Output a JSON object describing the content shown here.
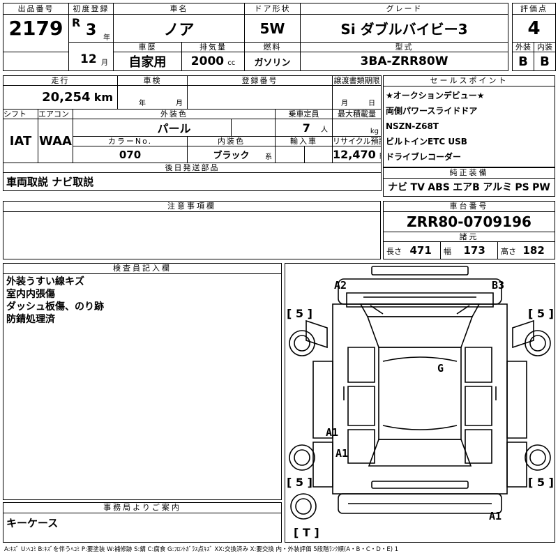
{
  "header": {
    "lot_no_label": "出品番号",
    "lot_no": "2179",
    "first_reg_label": "初度登録",
    "era": "R",
    "year": "3",
    "year_unit": "年",
    "month": "12",
    "month_unit": "月",
    "car_name_label": "車名",
    "car_name": "ノア",
    "door_label": "ドア形状",
    "door": "5W",
    "grade_label": "グレード",
    "grade": "Si ダブルバイビー3",
    "score_label": "評価点",
    "score": "4",
    "history_label": "車歴",
    "history": "自家用",
    "displacement_label": "排気量",
    "displacement": "2000",
    "displacement_unit": "cc",
    "fuel_label": "燃料",
    "fuel": "ガソリン",
    "model_label": "型式",
    "model": "3BA-ZRR80W",
    "exterior_label": "外装",
    "exterior_grade": "B",
    "interior_label": "内装",
    "interior_grade": "B"
  },
  "mid": {
    "mileage_label": "走行",
    "mileage": "20,254",
    "mileage_unit": "km",
    "inspection_label": "車検",
    "inspection_year_unit": "年",
    "inspection_month_unit": "月",
    "reg_no_label": "登録番号",
    "transfer_label": "譲渡書類期限",
    "transfer_month_unit": "月",
    "transfer_day_unit": "日",
    "shift_label": "シフト",
    "shift": "IAT",
    "ac_label": "エアコン",
    "ac": "WAA",
    "ext_color_label": "外装色",
    "ext_color": "パール",
    "capacity_label": "乗車定員",
    "capacity": "7",
    "capacity_unit": "人",
    "max_load_label": "最大積載量",
    "max_load_unit": "kg",
    "color_no_label": "カラーNo.",
    "color_no": "070",
    "int_color_label": "内装色",
    "int_color": "ブラック",
    "int_color_suffix": "系",
    "import_label": "輸入車",
    "recycle_label": "リサイクル預託金",
    "recycle": "12,470",
    "recycle_unit": "円",
    "later_parts_label": "後日発送部品",
    "later_parts": "車両取説 ナビ取説"
  },
  "sales_points": {
    "label": "セールスポイント",
    "items": [
      "★オークションデビュー★",
      "両側パワースライドドア",
      "NSZN-Z68T",
      "ビルトインETC USB",
      "ドライブレコーダー"
    ]
  },
  "equipment": {
    "label": "純正装備",
    "items": [
      "ナビ",
      "TV",
      "ABS",
      "エアB",
      "アルミ",
      "PS",
      "PW"
    ]
  },
  "caution": {
    "label": "注意事項欄"
  },
  "chassis": {
    "label": "車台番号",
    "number": "ZRR80-0709196",
    "spec_label": "諸元",
    "length_label": "長さ",
    "length": "471",
    "width_label": "幅",
    "width": "173",
    "height_label": "高さ",
    "height": "182"
  },
  "inspector": {
    "label": "検査員記入欄",
    "notes": "外装うすい線キズ\n室内内張傷\nダッシュ板傷、のり跡\n防錆処理済"
  },
  "office": {
    "label": "事務局よりご案内",
    "text": "キーケース"
  },
  "diagram": {
    "marks": [
      "A2",
      "B3",
      "G",
      "A1",
      "A1",
      "A1"
    ],
    "tires": [
      "[ 5 ]",
      "[ 5 ]",
      "[ 5 ]",
      "[ 5 ]",
      "[ T ]"
    ]
  },
  "legend": "A:ｷｽﾞ U:ﾍｺﾐ B:ｷｽﾞを伴うﾍｺﾐ P:要塗装 W:補修跡 S:錆 C:腐食 G:ﾌﾛﾝﾄｶﾞﾗｽ点ｷｽﾞ XX:交換済み X:要交換 内・外装評価 5段階ﾗﾝｸ順(A・B・C・D・E) 1"
}
